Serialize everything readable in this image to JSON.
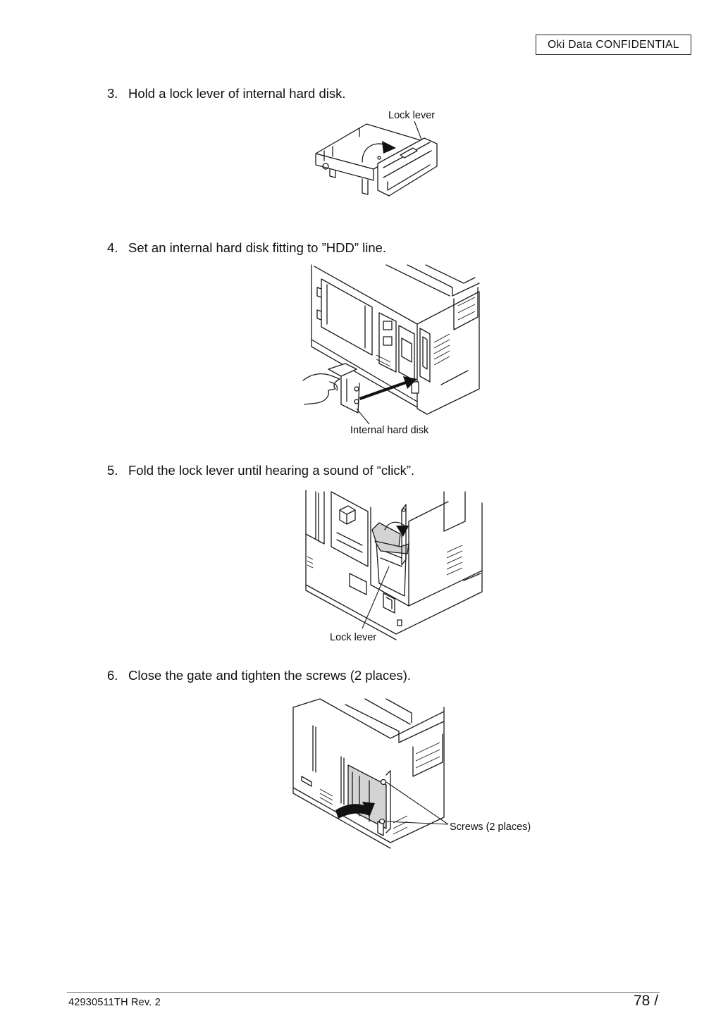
{
  "header": {
    "confidential": "Oki  Data  CONFIDENTIAL"
  },
  "steps": [
    {
      "number": "3.",
      "text": "Hold a lock lever of internal hard disk.",
      "callouts": [
        "Lock lever"
      ]
    },
    {
      "number": "4.",
      "text": "Set an internal hard disk fitting to ”HDD” line.",
      "callouts": [
        "Internal hard disk"
      ]
    },
    {
      "number": "5.",
      "text": "Fold the lock lever until hearing a sound of “click”.",
      "callouts": [
        "Lock lever"
      ]
    },
    {
      "number": "6.",
      "text": "Close the gate and tighten the screws (2 places).",
      "callouts": [
        "Screws (2 places)"
      ]
    }
  ],
  "footer": {
    "doc_id": "42930511TH  Rev. 2",
    "page": "78 /"
  }
}
